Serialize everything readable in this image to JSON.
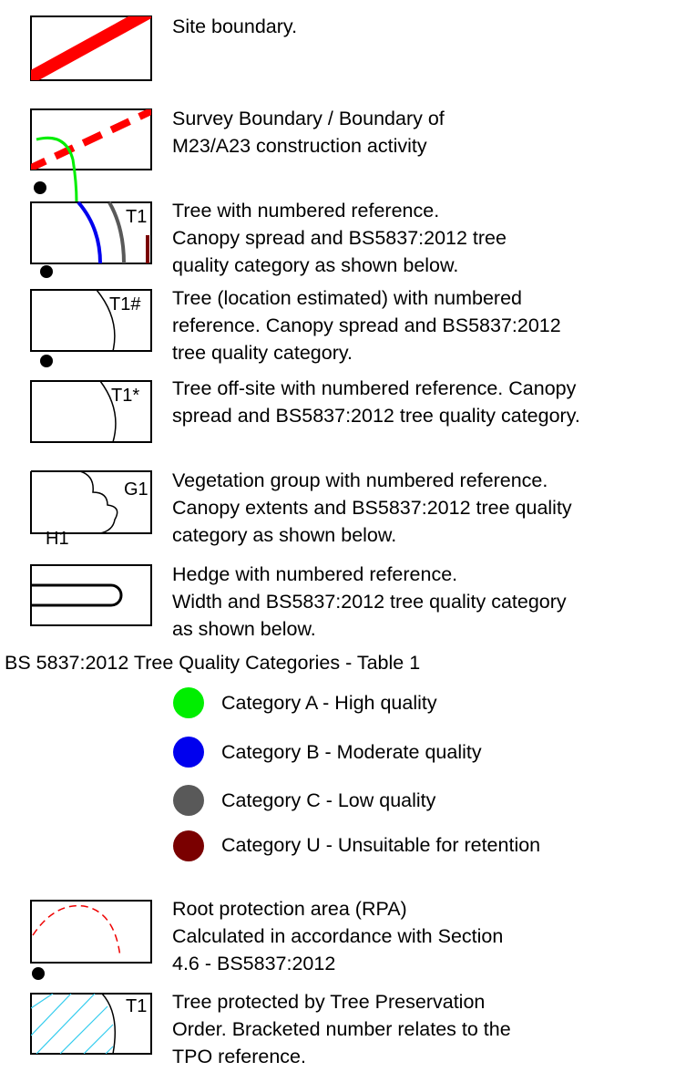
{
  "colors": {
    "site_boundary": "#ff0000",
    "category_a": "#00ee00",
    "category_b": "#0000ee",
    "category_c": "#595959",
    "category_u": "#7a0000",
    "rpa": "#ee0000",
    "tpo_hatch": "#33ccee"
  },
  "legend": {
    "site_boundary": {
      "lines": [
        "Site boundary."
      ]
    },
    "survey_boundary": {
      "lines": [
        "Survey Boundary / Boundary of",
        "M23/A23 construction activity"
      ]
    },
    "tree": {
      "ref": "T1",
      "lines": [
        "Tree with numbered reference.",
        "Canopy spread and BS5837:2012 tree",
        "quality category as shown below."
      ]
    },
    "tree_estimated": {
      "ref": "T1#",
      "lines": [
        "Tree (location estimated) with numbered",
        "reference. Canopy spread and BS5837:2012",
        "tree quality category."
      ]
    },
    "tree_offsite": {
      "ref": "T1*",
      "lines": [
        "Tree off-site with numbered reference. Canopy",
        "spread and BS5837:2012 tree quality category."
      ]
    },
    "vegetation_group": {
      "ref": "G1",
      "ref2": "H1",
      "lines": [
        "Vegetation group with numbered reference.",
        "Canopy extents and BS5837:2012 tree quality",
        "category as shown below."
      ]
    },
    "hedge": {
      "lines": [
        "Hedge with numbered reference.",
        "Width and BS5837:2012 tree quality category",
        "as shown below."
      ]
    },
    "rpa": {
      "lines": [
        "Root protection area (RPA)",
        "Calculated in accordance with Section",
        "4.6 - BS5837:2012"
      ]
    },
    "tpo": {
      "ref": "T1",
      "lines": [
        "Tree protected by Tree Preservation",
        "Order. Bracketed number relates to the",
        "TPO reference."
      ]
    }
  },
  "categories": {
    "heading": "BS 5837:2012 Tree Quality Categories - Table 1",
    "items": [
      {
        "label": "Category A - High quality",
        "color": "#00ee00"
      },
      {
        "label": "Category B - Moderate quality",
        "color": "#0000ee"
      },
      {
        "label": "Category C - Low quality",
        "color": "#595959"
      },
      {
        "label": "Category U - Unsuitable for retention",
        "color": "#7a0000"
      }
    ]
  }
}
